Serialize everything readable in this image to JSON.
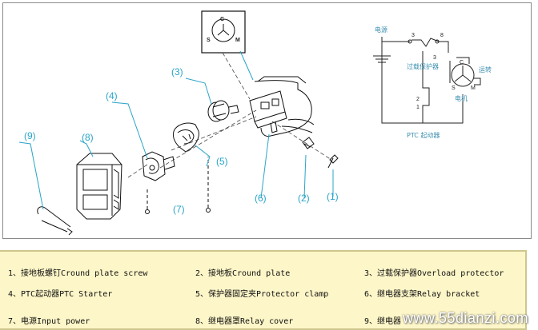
{
  "diagram": {
    "callouts": [
      "(1)",
      "(2)",
      "(3)",
      "(4)",
      "(5)",
      "(6)",
      "(7)",
      "(8)",
      "(9)"
    ],
    "terminal_letters": {
      "c": "C",
      "s": "S",
      "m": "M"
    },
    "schematic": {
      "power_label": "电源",
      "protector_label": "过载保护器",
      "motor_label": "电机",
      "run_label": "运转",
      "ptc_label": "PTC 起动器",
      "pin_3": "3",
      "pin_8": "8",
      "pin_2": "2",
      "pin_1": "1",
      "terminal_c": "C",
      "terminal_s": "S",
      "terminal_m": "M"
    }
  },
  "legend": {
    "items": [
      "1、接地板螺钉Cround plate screw",
      "2、接地板Cround plate",
      "3、过载保护器Overload protector",
      "4、PTC起动器PTC Starter",
      "5、保护器固定夹Protector clamp",
      "6、继电器支架Relay bracket",
      "7、电源Input power",
      "8、继电器罩Relay cover",
      "9、继电器"
    ]
  },
  "watermark": "www.55dianzi.com",
  "colors": {
    "callout_cyan": "#2aa4c8",
    "legend_bg": "#fdf6c8",
    "line_dark": "#1b1b1b"
  }
}
